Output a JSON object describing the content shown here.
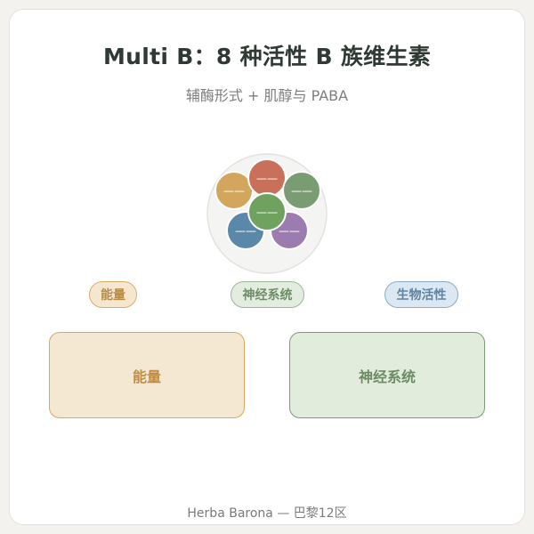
{
  "header": {
    "title": "Multi B：8 种活性 B 族维生素",
    "subtitle": "辅酶形式 + 肌醇与 PABA"
  },
  "hub": {
    "background_color": "#f4f5f2",
    "circles": [
      {
        "label": "——",
        "color": "#d2a65c"
      },
      {
        "label": "——",
        "color": "#c9705a"
      },
      {
        "label": "——",
        "color": "#7a9c72"
      },
      {
        "label": "——",
        "color": "#5b88a8"
      },
      {
        "label": "——",
        "color": "#9c7cb0"
      },
      {
        "label": "——",
        "color": "#6fa25e"
      }
    ]
  },
  "tags": {
    "energy": "能量",
    "neuro": "神经系统",
    "bio": "生物活性"
  },
  "panels": {
    "energy": "能量",
    "neuro": "神经系统"
  },
  "footer": {
    "text": "Herba Barona — 巴黎12区"
  }
}
